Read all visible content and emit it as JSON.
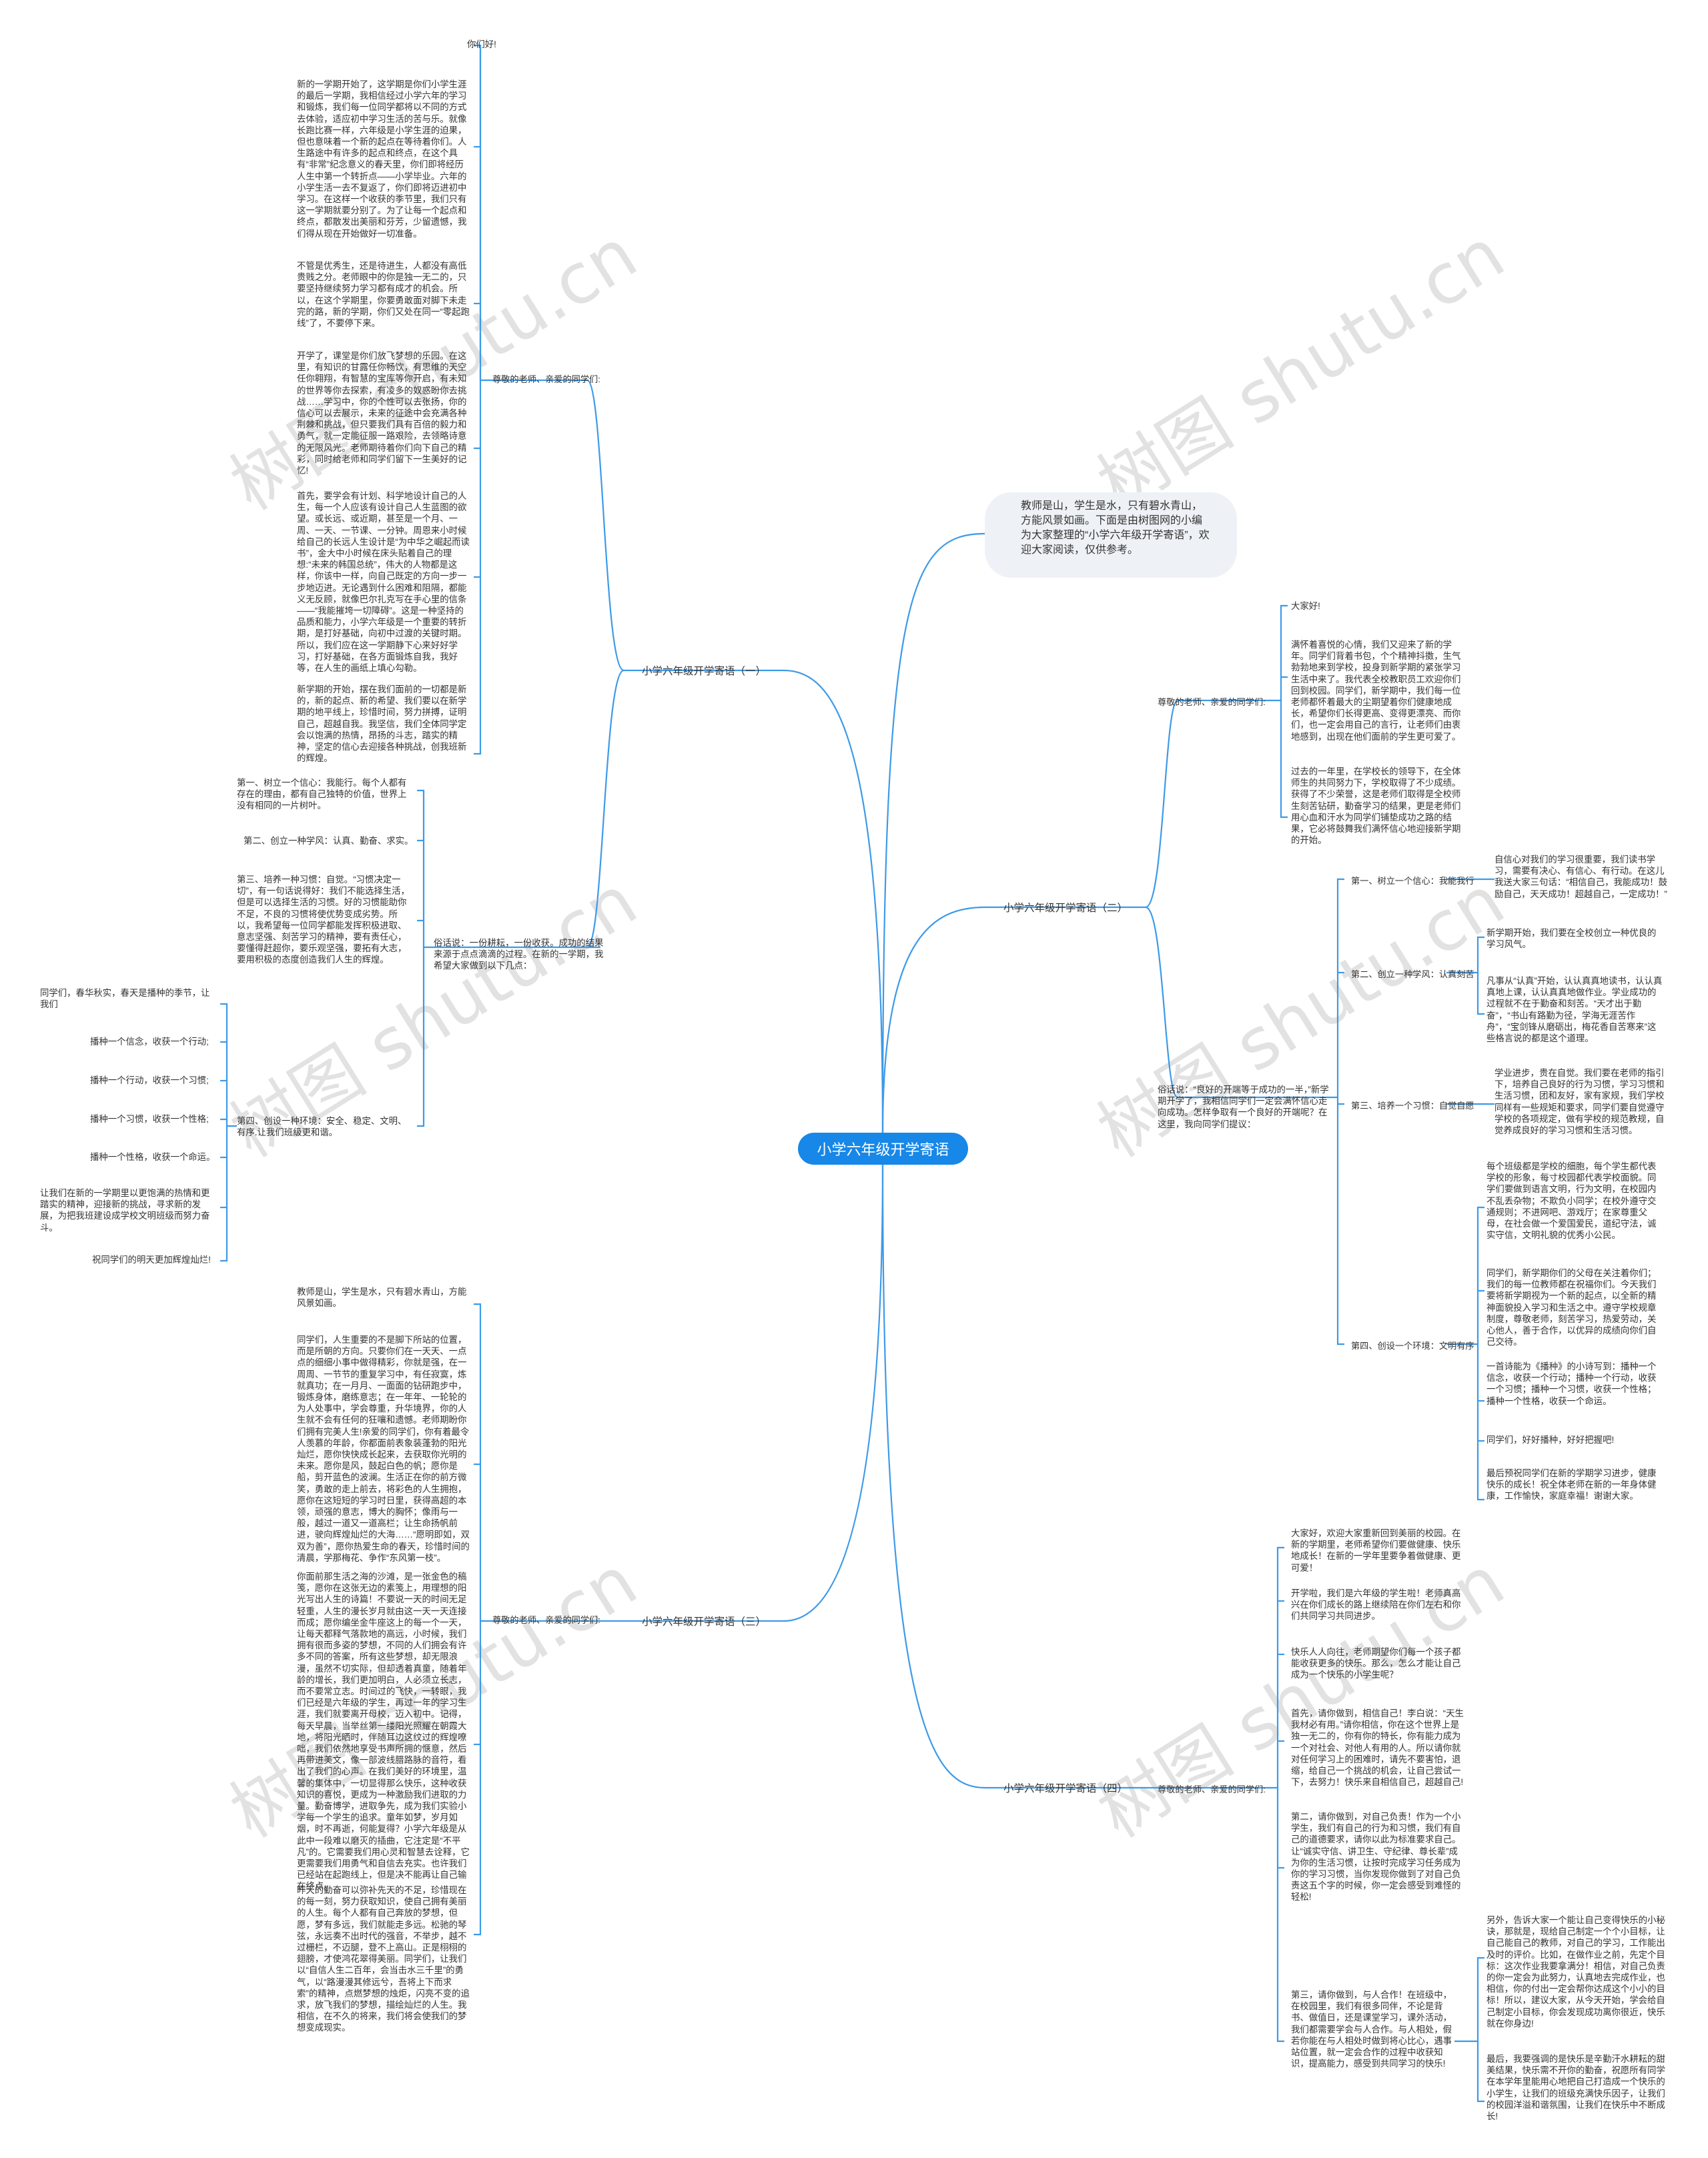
{
  "colors": {
    "root": "#1787e8",
    "line": "#3d9ae8",
    "intro_bg": "#eef2f6",
    "text": "#333333",
    "watermark": "#e2e2e2"
  },
  "watermark": "树图 shutu.cn",
  "root": "小学六年级开学寄语",
  "intro": "教师是山，学生是水，只有碧水青山，方能风景如画。下面是由树图网的小编为大家整理的“小学六年级开学寄语”，欢迎大家阅读，仅供参考。",
  "b1": {
    "title": "小学六年级开学寄语（一）",
    "greet": "尊敬的老师、亲爱的同学们:",
    "hello": "你们好!",
    "p1": "新的一学期开始了，这学期是你们小学生涯的最后一学期，我相信经过小学六年的学习和锻炼，我们每一位同学都将以不同的方式去体验，适应初中学习生活的苦与乐。就像长跑比赛一样，六年级是小学生涯的迫果，但也意味着一个新的起点在等待着你们。人生路途中有许多的起点和终点，在这个具有“非常”纪念意义的春天里，你们即将经历人生中第一个转折点——小学毕业。六年的小学生活一去不复返了，你们即将迈进初中学习。在这样一个收获的季节里，我们只有这一学期就要分别了。为了让每一个起点和终点，都散发出美丽和芬芳，少留遗憾，我们得从现在开始做好一切准备。",
    "p2": "不管是优秀生，还是待进生，人都没有高低贵贱之分。老师眼中的你是独一无二的，只要坚持继续努力学习都有成才的机会。所以，在这个学期里，你要勇敢面对脚下未走完的路，新的学期，你们又处在同一“零起跑线”了，不要停下来。",
    "p3": "开学了，课堂是你们放飞梦想的乐园。在这里，有知识的甘露任你畅饮，有思维的天空任你翱翔，有智慧的宝库等你开启，有未知的世界等你去探索，有凌多的奴惑盼你去挑战……学习中，你的个性可以去张扬，你的信心可以去展示，未来的征途中会充满各种荆棘和挑战，但只要我们具有百倍的毅力和勇气，就一定能征服一路艰险，去领略诗意的无限风光。老师期待着你们向下自己的精彩，同时给老师和同学们留下一生美好的记忆!",
    "p4": "首先，要学会有计划、科学地设计自己的人生，每一个人应该有设计自己人生蓝图的欲望。或长远、或近期，甚至是一个月、一周、一天、一节课、一分钟。周恩来小时候给自己的长远人生设计是“为中华之崛起而读书”，金大中小时候在床头贴着自己的理想:“未来的韩国总统”，伟大的人物都是这样，你该中一样，向自己既定的方向一步一步地迈进。无论遇到什么困难和阻隔，都能义无反顾，就像巴尔扎克写在手心里的信条——“我能摧垮一切障碍”。这是一种坚持的品质和能力，小学六年级是一个重要的转折期，是打好基础，向初中过渡的关键时期。所以，我们应在这一学期静下心来好好学习，打好基础，在各方面锻炼自我，我好等，在人生的画纸上填心勾勒。",
    "p5": "新学期的开始，摆在我们面前的一切都是新的，新的起点、新的希望、我们要以在新学期的地平线上，珍惜时间，努力拼搏，证明自己，超越自我。我坚信，我们全体同学定会以饱满的热情，昂扬的斗志，踏实的精神，坚定的信心去迎接各种挑战，创我班新的辉煌。"
  },
  "b1b": {
    "intro": "俗话说：一份耕耘，一份收获。成功的结果来源于点点滴滴的过程。在新的一学期，我希望大家做到以下几点：",
    "s1": "第一、树立一个信心：我能行。每个人都有存在的理由，都有自己独特的价值，世界上没有相同的一片树叶。",
    "s2": "第二、创立一种学风：认真、勤奋、求实。",
    "s3": "第三、培养一种习惯：自觉。“习惯决定一切”，有一句话说得好：我们不能选择生活，但是可以选择生活的习惯。好的习惯能助你不足，不良的习惯将使优势变成劣势。所以，我希望每一位同学都能发挥积极进取、意志坚强、刻苦学习的精神，要有责任心，要懂得赶超你，要乐观坚强，要拓有大志，要用积极的态度创造我们人生的辉煌。",
    "s4": "第四、创设一种环境：安全、稳定、文明、有序.让我们班级更和谐。",
    "r1": "同学们，春华秋实，春天是播种的季节，让我们",
    "r2": "播种一个信念，收获一个行动;",
    "r3": "播种一个行动，收获一个习惯;",
    "r4": "播种一个习惯，收获一个性格;",
    "r5": "播种一个性格，收获一个命运。",
    "r6": "让我们在新的一学期里以更饱满的热情和更踏实的精神，迎接新的挑战，寻求新的发展，为把我班建设成学校文明班级而努力奋斗。",
    "r7": "祝同学们的明天更加辉煌灿烂!"
  },
  "b3": {
    "title": "小学六年级开学寄语（三）",
    "greet": "尊敬的老师、亲爱的同学们:",
    "p1": "教师是山，学生是水，只有碧水青山，方能风景如画。",
    "p2": "同学们，人生重要的不是脚下所站的位置，而是所朝的方向。只要你们在一天天、一点点的细细小事中做得精彩，你就是强，在一周周、一节节的重复学习中，有任寂寞，炼就真功；在一月月、一面面的钻研跑步中，锻炼身体，磨练意志；在一年年、一轮轮的为人处事中，学会尊重，升华境界，你的人生就不会有任何的狂嚷和遗憾。老师期盼你们拥有完美人生!亲爱的同学们，你有着最令人羡慕的年龄，你都面前表象装蓬勃的阳光灿烂，愿你快快成长起来，去获取你光明的未来。愿你是风，鼓起白色的帆；愿你是船，剪开蓝色的波澜。生活正在你的前方微笑，勇敢的走上前去，将彩色的人生拥抱，愿你在这短短的学习时日里，获得高超的本领，顽强的意志，博大的胸怀；像雨与一般，越过一道又一道高栏；让生命扬帆前进，驶向辉煌灿烂的大海……“愿明即如，双双为善”，愿你热爱生命的春天，珍惜时间的清晨，学那梅花、争作“东风第一枝”。",
    "p3": "你面前那生活之海的沙滩，是一张金色的稿笺，愿你在这张无边的素笺上，用理想的阳光写出人生的诗篇！不要说一天的时间无足轻重，人生的漫长岁月就由这一天一天连接而成；愿你编坐金牛座这上的每一个一天，让每天都释气落款地的高远，小时候，我们拥有很而多姿的梦想，不同的人们拥会有许多不同的答案，所有这些梦想，却无限浪漫，虽然不切实际，但却透着真童，随着年龄的增长，我们更加明白，人必须立长志，而不要常立志。时间过的飞快，一转眼，我们已经是六年级的学生，再过一年的学习生涯，我们就要离开母校，迈入初中。记得，每天早晨，当举丝第一缕阳光照耀在朝霞大地，将阳光晒时，伴随耳边这纹过的辉煌嘹咄，我们依然地享受书声所拥的惬意，然后再带进美文，像一部波线腊路脉的音符，看出了我们的心声。在我们美好的环境里，温馨的集体中，一切显得那么快乐，这种收获知识的喜悦，更成为一种激励我们进取的力量。勤奋博学，进取争先，成为我们实验小学每一个学生的追求。童年如梦，岁月如烟，时不再逝，何能复得？小学六年级是从此中一段难以磨灭的插曲，它注定是“不平凡”的。它需要我们用心灵和智慧去诠释，它更需要我们用勇气和自信去充实。也许我们已经站在起跑线上，但是决不能再让自己输在终点。",
    "p4": "昨天的勤奋可以弥补先天的不足，珍惜现在的每一刻，努力获取知识，使自己拥有美丽的人生。每个人都有自己奔放的梦想，但愿，梦有多远，我们就能走多远。松驰的琴弦，永远奏不出时代的强音，不举步，越不过栅栏，不迈腿，登不上高山。正是栩栩的翅膀，才使鸿花翠得美丽。同学们，让我们以“自信人生二百年，会当击水三千里”的勇气，以“路漫漫其修远兮，吾将上下而求索”的精神，点燃梦想的烛炬，闪亮不变的追求，放飞我们的梦想，描绘灿烂的人生。我相信，在不久的将来，我们将会使我们的梦想变成现实。"
  },
  "b2": {
    "title": "小学六年级开学寄语（二）",
    "greet": "尊敬的老师、亲爱的同学们:",
    "hello": "大家好!",
    "p1": "满怀着喜悦的心情，我们又迎来了新的学年。同学们背着书包，个个精神抖擞，生气勃勃地来到学校，投身到新学期的紧张学习生活中来了。我代表全校教职员工欢迎你们回到校园。同学们，新学期中，我们每一位老师都怀着最大的尘期望着你们健康地成长，希望你们长得更高、变得更漂亮、而你们，也一定会用自己的言行，让老师们由衷地感到，出现在他们面前的学生更可爱了。",
    "p2": "过去的一年里，在学校长的领导下，在全体师生的共同努力下，学校取得了不少成绩。获得了不少荣誉，这是老师们取得是全校师生刻苦钻研，勤奋学习的结果，更是老师们用心血和汗水为同学们铺垫成功之路的结果，它必将鼓舞我们满怀信心地迎接新学期的开始。",
    "intro": "俗话说：“良好的开端等于成功的一半，”新学期开学了，我相信同学们一定会满怀信心走向成功。怎样争取有一个良好的开端呢？在这里，我向同学们提议：",
    "s1": "第一、树立一个信心：我能我行",
    "s1t": "自信心对我们的学习很重要，我们读书学习，需要有决心、有信心、有行动。在这儿我送大家三句话：“相信自己，我能成功！鼓励自己，天天成功！超越自己，一定成功！”",
    "s2": "第二、创立一种学风：认真刻苦",
    "s2a": "新学期开始，我们要在全校创立一种优良的学习风气。",
    "s2b": "凡事从“认真”开始，认认真真地读书，认认真真地上课，认认真真地做作业。学业成功的过程就不在于勤奋和刻苦。“天才出于勤奋”，“书山有路勤为径，学海无涯苦作舟”，“宝剑锋从磨砺出，梅花香自苦寒来”这些格言说的都是这个道理。",
    "s3": "第三、培养一个习惯：自觉自愿",
    "s3t": "学业进步，贵在自觉。我们要在老师的指引下，培养自己良好的行为习惯，学习习惯和生活习惯，团和友好，家有家规，我们学校同样有一些规矩和要求，同学们要自觉遵守学校的各项规定，做有学校的规范教规，自觉养成良好的学习习惯和生活习惯。",
    "s4": "第四、创设一个环境：文明有序",
    "s4a": "每个班级都是学校的细胞，每个学生都代表学校的形象，每寸校园都代表学校面貌。同学们要做到语言文明，行为文明，在校园内不乱丢杂物；不欺负小同学；在校外遵守交通规则；不进网吧、游戏厅；在家尊重父母，在社会做一个爱国爱民，道纪守法，诚实守信，文明礼貌的优秀小公民。",
    "s4b": "同学们，新学期你们的父母在关注着你们；我们的每一位教师都在祝福你们。今天我们要将新学期视为一个新的起点，以全新的精神面貌投入学习和生活之中。遵守学校规章制度，尊敬老师，刻苦学习，热爱劳动，关心他人，善于合作，以优异的成绩向你们自己交待。",
    "s4c": "一首诗能为《播种》的小诗写到：播种一个信念，收获一个行动；播种一个行动，收获一个习惯；播种一个习惯，收获一个性格；播种一个性格，收获一个命运。",
    "s4d": "同学们，好好播种，好好把握吧!",
    "s4e": "最后预祝同学们在新的学期学习进步，健康快乐的成长！祝全体老师在新的一年身体健康，工作愉快，家庭幸福！谢谢大家。"
  },
  "b4": {
    "title": "小学六年级开学寄语（四）",
    "greet": "尊敬的老师、亲爱的同学们:",
    "p1": "大家好，欢迎大家重新回到美丽的校园。在新的学期里，老师希望你们要做健康、快乐地成长！在新的一学年里要争着做健康、更可爱！",
    "p2": "开学啦，我们是六年级的学生啦！老师真高兴在你们成长的路上继续陪在你们左右和你们共同学习共同进步。",
    "p3": "快乐人人向往，老师期望你们每一个孩子都能收获更多的快乐。那么，怎么才能让自己成为一个快乐的小学生呢？",
    "p4": "首先，请你做到，相信自己！李白说：“天生我材必有用。”请你相信，你在这个世界上是独一无二的，你有你的特长，你有能力成为一个对社会、对他人有用的人。所以请你就对任何学习上的困难时，请先不要害怕，退缩，给自己一个挑战的机会，让自己尝试一下，去努力！快乐来自相信自己，超越自己!",
    "p5": "第二，请你做到，对自己负责！作为一个小学生，我们有自己的行为和习惯，我们有自己的道德要求，请你以此为标准要求自己。让“诚实守信、讲卫生、守纪律、尊长辈”成为你的生活习惯，让按时完成学习任务成为你的学习习惯，当你发现你做到了对自己负责这五个字的时候，你一定会感受到难怪的轻松!",
    "p6": "第三，请你做到，与人合作！在班级中，在校园里，我们有很多同伴，不论是背书、做值日，还是课堂学习，课外活动，我们都需要学会与人合作。与人相处，假若你能在与人相处时做到将心比心，遇事站位置，就一定会合作的过程中收获知识，提高能力，感受到共同学习的快乐!",
    "p7": "另外，告诉大家一个能让自己变得快乐的小秘诀，那就是，现给自己制定一个个小目标，让自己能自己的教师，对自己的学习，工作能出及时的评价。比如，在做作业之前，先定个目标：这次作业我要拿满分！相信，对自己负责的你一定会为此努力，认真地去完成作业，也相信，你的付出一定会帮你达成这个小小的目标！所以，建议大家，从今天开始，学会给自己制定小目标，你会发现成功离你很近，快乐就在你身边!",
    "p8": "最后，我要强调的是快乐是辛勤汗水耕耘的甜美结果，快乐需不开你的勤奋，祝愿所有同学在本学年里能用心地把自己打造成一个快乐的小学生，让我们的班级充满快乐因子，让我们的校园洋溢和谐氛围，让我们在快乐中不断成长!"
  }
}
